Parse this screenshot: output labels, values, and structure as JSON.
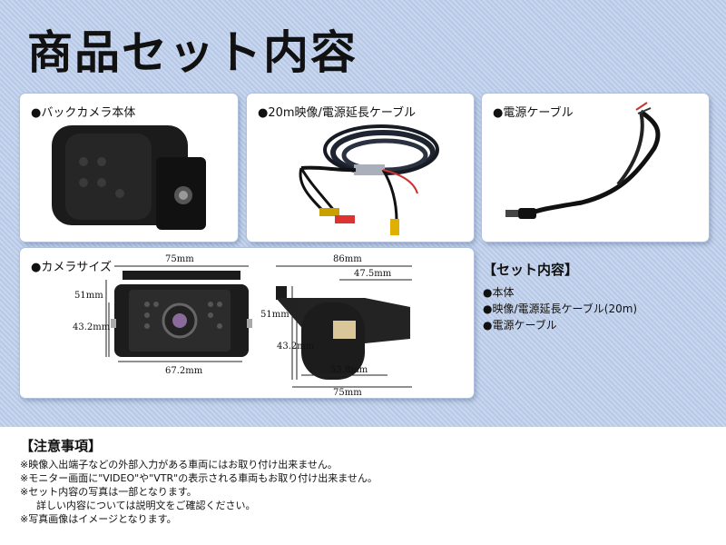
{
  "title": "商品セット内容",
  "cards": {
    "camera_body": {
      "label": "●バックカメラ本体"
    },
    "video_cable": {
      "label": "●20m映像/電源延長ケーブル"
    },
    "power_cable": {
      "label": "●電源ケーブル"
    },
    "camera_size": {
      "label": "●カメラサイズ"
    }
  },
  "dimensions": {
    "front_width": "75mm",
    "front_height": "51mm",
    "front_inner_height": "43.2mm",
    "front_inner_width": "67.2mm",
    "side_depth": "86mm",
    "side_depth_partial": "47.5mm",
    "side_height": "51mm",
    "side_inner_height": "43.2mm",
    "side_base": "53.8mm",
    "side_bottom": "75mm"
  },
  "set_contents": {
    "title": "【セット内容】",
    "items": [
      "●本体",
      "●映像/電源延長ケーブル(20m)",
      "●電源ケーブル"
    ]
  },
  "notes": {
    "title": "【注意事項】",
    "items": [
      "※映像入出端子などの外部入力がある車両にはお取り付け出来ません。",
      "※モニター画面に\"VIDEO\"や\"VTR\"の表示される車両もお取り付け出来ません。",
      "※セット内容の写真は一部となります。",
      "詳しい内容については説明文をご確認ください。",
      "※写真画像はイメージとなります。"
    ]
  }
}
